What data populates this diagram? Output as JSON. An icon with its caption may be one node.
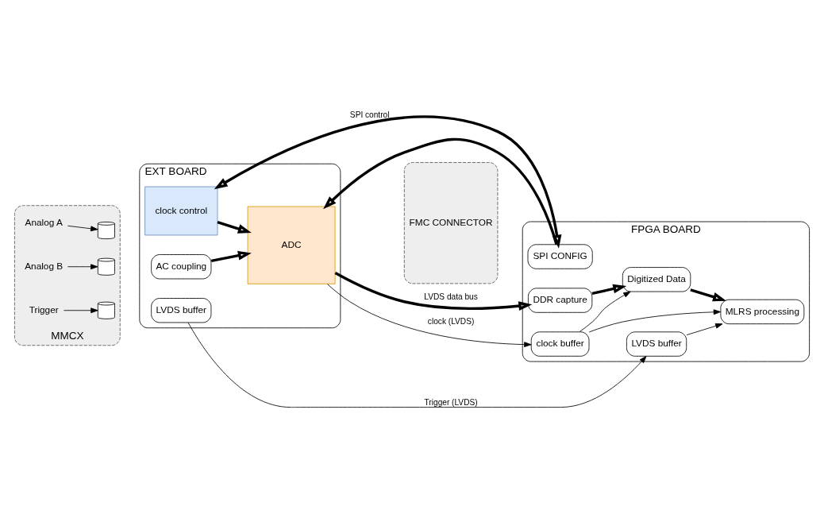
{
  "diagram": {
    "nodes": [
      {
        "text": [
          "EXT BOARD"
        ]
      },
      {
        "text": [
          "FPGA BOARD"
        ]
      },
      {
        "text": [
          "MMCX"
        ]
      },
      {
        "text": [
          "FMC CONNECTOR"
        ]
      },
      {
        "text": [
          "Analog A"
        ],
        "in": 2
      },
      {
        "text": [
          "Analog B"
        ],
        "in": 2
      },
      {
        "text": [
          "Trigger"
        ],
        "in": 2
      },
      {
        "text": [],
        "shape": "cylinder",
        "in": 2
      },
      {
        "text": [],
        "shape": "cylinder",
        "in": 2
      },
      {
        "text": [],
        "shape": "cylinder",
        "in": 2
      },
      {
        "text": [
          "AC coupling"
        ],
        "in": 0
      },
      {
        "text": [
          "LVDS buffer"
        ],
        "in": 0
      },
      {
        "text": [
          "ADC"
        ],
        "in": 0
      },
      {
        "text": [
          "clock control"
        ],
        "in": 0
      },
      {
        "text": [
          "DDR capture"
        ],
        "in": 1
      },
      {
        "text": [
          "Digitized Data"
        ],
        "in": 1
      },
      {
        "text": [
          "clock buffer"
        ],
        "in": 1
      },
      {
        "text": [
          "SPI CONFIG"
        ],
        "in": 1
      },
      {
        "text": [
          "MLRS processing"
        ],
        "in": 1
      },
      {
        "text": [
          "LVDS buffer"
        ],
        "in": 1
      }
    ],
    "edges": [
      {
        "from": 4,
        "to": 7,
        "arrow": "to"
      },
      {
        "from": 5,
        "to": 8,
        "arrow": "to"
      },
      {
        "from": 6,
        "to": 9,
        "arrow": "to"
      },
      {
        "from": 10,
        "to": 12,
        "arrow": "to",
        "style": "thick"
      },
      {
        "from": 13,
        "to": 12,
        "arrow": "to",
        "style": "thick"
      },
      {
        "from": 12,
        "to": 14,
        "arrow": "to",
        "style": "thick",
        "label": "LVDS data bus"
      },
      {
        "from": 14,
        "to": 15,
        "arrow": "to",
        "style": "thick"
      },
      {
        "from": 12,
        "to": 16,
        "arrow": "to",
        "label": "clock (LVDS)"
      },
      {
        "from": 16,
        "to": 15,
        "arrow": "to"
      },
      {
        "from": 16,
        "to": 18,
        "arrow": "to"
      },
      {
        "from": 15,
        "to": 18,
        "arrow": "to",
        "style": "thick"
      },
      {
        "from": 17,
        "to": 13,
        "arrow": "both",
        "style": "thick",
        "label": "SPI control"
      },
      {
        "from": 17,
        "to": 12,
        "arrow": "to",
        "style": "thick"
      },
      {
        "from": 11,
        "to": 19,
        "arrow": "to",
        "label": "Trigger (LVDS)"
      },
      {
        "from": 19,
        "to": 18,
        "arrow": "to"
      }
    ]
  }
}
